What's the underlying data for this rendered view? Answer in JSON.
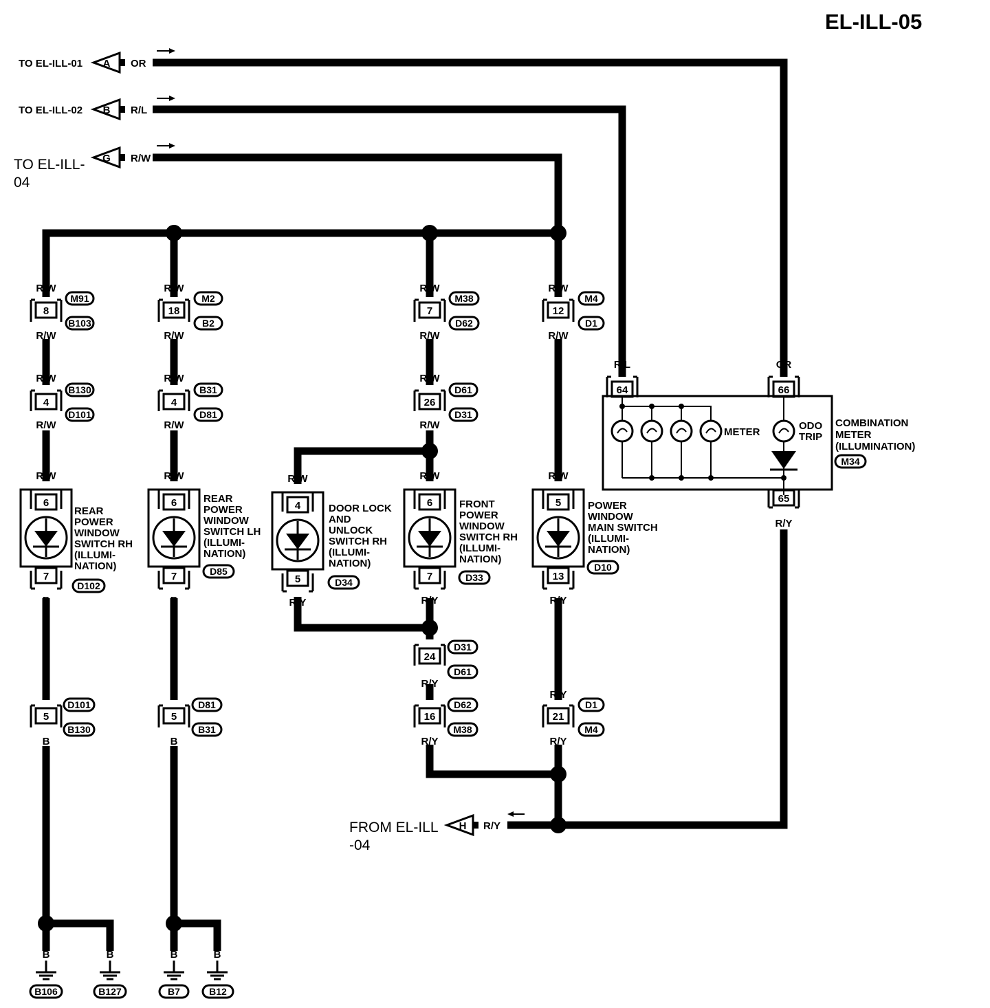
{
  "page_title": "EL-ILL-05",
  "refs": {
    "a_text": "TO EL-ILL-01",
    "a_letter": "A",
    "a_color": "OR",
    "b_text": "TO EL-ILL-02",
    "b_letter": "B",
    "b_color": "R/L",
    "g_text1": "TO EL-ILL-",
    "g_text2": "04",
    "g_letter": "G",
    "g_color": "R/W",
    "h_text1": "FROM EL-ILL",
    "h_text2": "-04",
    "h_letter": "H",
    "h_color": "R/Y"
  },
  "colors": {
    "rw": "R/W",
    "ry": "R/Y",
    "b": "B",
    "rl": "R/L",
    "or": "OR"
  },
  "col1": {
    "c1_pin": "8",
    "c1_top": "M91",
    "c1_bot": "B103",
    "c2_pin": "4",
    "c2_top": "B130",
    "c2_bot": "D101",
    "sw_top": "6",
    "sw_bot": "7",
    "sw_conn": "D102",
    "sw_name": [
      "REAR",
      "POWER",
      "WINDOW",
      "SWITCH RH",
      "(ILLUMI-",
      "NATION)"
    ],
    "c3_pin": "5",
    "c3_top": "D101",
    "c3_bot": "B130",
    "gnd1": "B106",
    "gnd2": "B127"
  },
  "col2": {
    "c1_pin": "18",
    "c1_top": "M2",
    "c1_bot": "B2",
    "c2_pin": "4",
    "c2_top": "B31",
    "c2_bot": "D81",
    "sw_top": "6",
    "sw_bot": "7",
    "sw_conn": "D85",
    "sw_name": [
      "REAR",
      "POWER",
      "WINDOW",
      "SWITCH LH",
      "(ILLUMI-",
      "NATION)"
    ],
    "c3_pin": "5",
    "c3_top": "D81",
    "c3_bot": "B31",
    "gnd1": "B7",
    "gnd2": "B12"
  },
  "door": {
    "sw_top": "4",
    "sw_bot": "5",
    "sw_conn": "D34",
    "sw_name": [
      "DOOR LOCK",
      "AND",
      "UNLOCK",
      "SWITCH RH",
      "(ILLUMI-",
      "NATION)"
    ]
  },
  "col3": {
    "c1_pin": "7",
    "c1_top": "M38",
    "c1_bot": "D62",
    "c2_pin": "26",
    "c2_top": "D61",
    "c2_bot": "D31",
    "sw_top": "6",
    "sw_bot": "7",
    "sw_conn": "D33",
    "sw_name": [
      "FRONT",
      "POWER",
      "WINDOW",
      "SWITCH RH",
      "(ILLUMI-",
      "NATION)"
    ],
    "c3_pin": "24",
    "c3_top": "D31",
    "c3_bot": "D61",
    "c4_pin": "16",
    "c4_top": "D62",
    "c4_bot": "M38"
  },
  "col4": {
    "c1_pin": "12",
    "c1_top": "M4",
    "c1_bot": "D1",
    "sw_top": "5",
    "sw_bot": "13",
    "sw_conn": "D10",
    "sw_name": [
      "POWER",
      "WINDOW",
      "MAIN SWITCH",
      "(ILLUMI-",
      "NATION)"
    ],
    "c2_pin": "21",
    "c2_top": "D1",
    "c2_bot": "M4"
  },
  "meter": {
    "pin_a": "64",
    "pin_b": "66",
    "pin_c": "65",
    "meter_label": "METER",
    "odo1": "ODO",
    "odo2": "TRIP",
    "name": [
      "COMBINATION",
      "METER",
      "(ILLUMINATION)"
    ],
    "conn": "M34"
  }
}
